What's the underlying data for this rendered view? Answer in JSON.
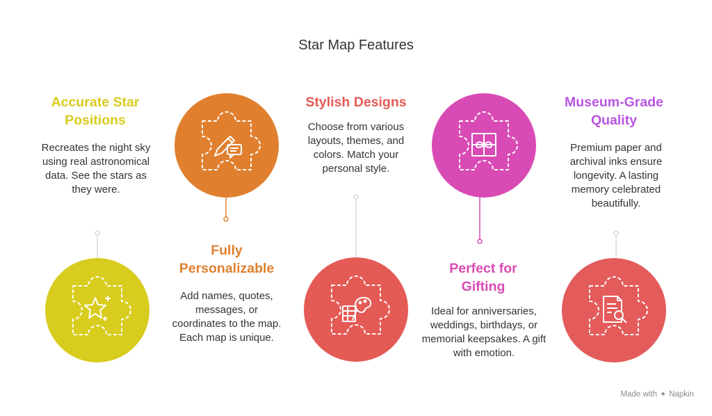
{
  "title": "Star Map Features",
  "colors": {
    "orange": "#e0802f",
    "yellow": "#d8cc1e",
    "red": "#e45a55",
    "magenta": "#d94bb4",
    "purple": "#b956e2",
    "coral": "#e35b5a"
  },
  "features": [
    {
      "title": "Accurate Star Positions",
      "description": "Recreates the night sky using real astronomical data. See the stars as they were.",
      "icon": "sparkle-stars-icon"
    },
    {
      "title": "Fully Personalizable",
      "description": "Add names, quotes, messages, or coordinates to the map. Each map is unique.",
      "icon": "pencil-message-icon"
    },
    {
      "title": "Stylish Designs",
      "description": "Choose from various layouts, themes, and colors. Match your personal style.",
      "icon": "palette-swatch-icon"
    },
    {
      "title": "Perfect for Gifting",
      "description": "Ideal for anniversaries, weddings, birthdays, or memorial keepsakes. A gift with emotion.",
      "icon": "gift-box-icon"
    },
    {
      "title": "Museum-Grade Quality",
      "description": "Premium paper and archival inks ensure longevity. A lasting memory celebrated beautifully.",
      "icon": "document-search-icon"
    }
  ],
  "footer": {
    "made_with": "Made with",
    "brand": "Napkin"
  }
}
